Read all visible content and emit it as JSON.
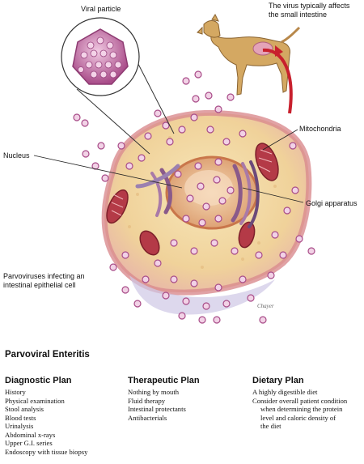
{
  "labels": {
    "viral_particle": "Viral particle",
    "intestine_note_line1": "The virus typically affects",
    "intestine_note_line2": "the small intestine",
    "mitochondria": "Mitochondria",
    "nucleus": "Nucleus",
    "golgi": "Golgi apparatus",
    "cell_caption_line1": "Parvoviruses infecting an",
    "cell_caption_line2": "intestinal epithelial cell",
    "signature": "Chayer"
  },
  "footer": {
    "title": "Parvoviral Enteritis",
    "diagnostic": {
      "heading": "Diagnostic Plan",
      "items": [
        "History",
        "Physical examination",
        "Stool analysis",
        "Blood tests",
        "Urinalysis",
        "Abdominal x-rays",
        "Upper G.I. series",
        "Endoscopy with tissue biopsy"
      ]
    },
    "therapeutic": {
      "heading": "Therapeutic Plan",
      "items": [
        "Nothing by mouth",
        "Fluid therapy",
        "Intestinal protectants",
        "Antibacterials"
      ]
    },
    "dietary": {
      "heading": "Dietary Plan",
      "items": [
        "A highly digestible diet",
        "Consider overall patient condition",
        "when determining the protein",
        "level and caloric density of",
        "the diet"
      ]
    }
  },
  "colors": {
    "cell_membrane": "#d98b8f",
    "cytoplasm": "#f2d9a2",
    "nucleus": "#e9b98a",
    "virus": "#c06aa0",
    "mitochondria": "#b43a47",
    "dog": "#d4a862",
    "arrow": "#c8202d"
  }
}
